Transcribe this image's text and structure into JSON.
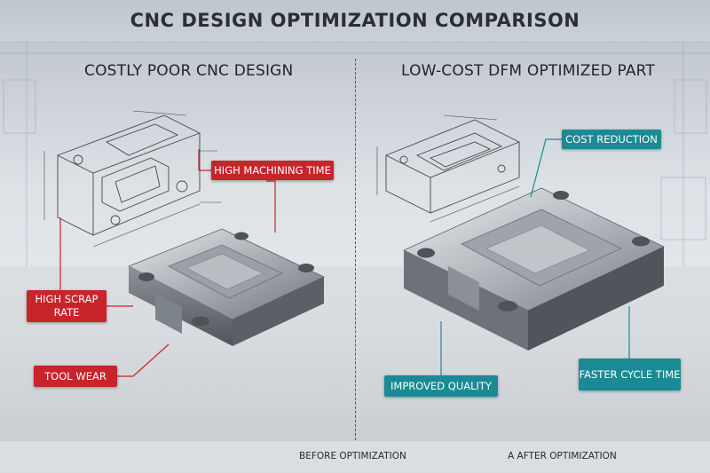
{
  "title": "CNC DESIGN OPTIMIZATION COMPARISON",
  "left": {
    "heading": "COSTLY POOR CNC DESIGN",
    "callouts": {
      "machining": "HIGH MACHINING TIME",
      "scrap": "HIGH SCRAP RATE",
      "wear": "TOOL WEAR"
    }
  },
  "right": {
    "heading": "LOW-COST DFM OPTIMIZED PART",
    "callouts": {
      "cost": "COST REDUCTION",
      "quality": "IMPROVED QUALITY",
      "cycle": "FASTER CYCLE TIME"
    }
  },
  "footer": {
    "before": "BEFORE OPTIMIZATION",
    "after": "A AFTER OPTIMIZATION"
  },
  "colors": {
    "problem": "#c8242b",
    "benefit": "#1a8a94"
  }
}
